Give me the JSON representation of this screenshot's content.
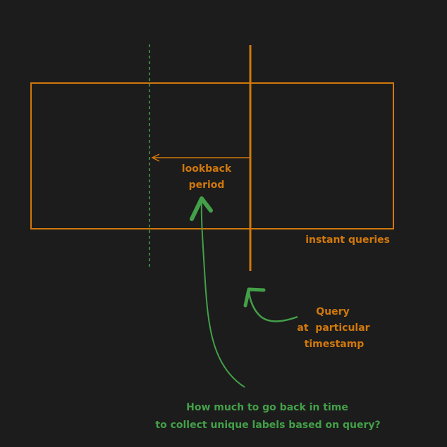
{
  "labels": {
    "lookback_line1": "lookback",
    "lookback_line2": "period",
    "instant_queries": "instant queries",
    "query_line1": "Query",
    "query_line2": "at  particular",
    "query_line3": "timestamp",
    "question_line1": "How much to go back in time",
    "question_line2": "to collect unique labels based on query?"
  },
  "colors": {
    "background": "#1c1c1c",
    "orange": "#d0780c",
    "green": "#43a048"
  }
}
